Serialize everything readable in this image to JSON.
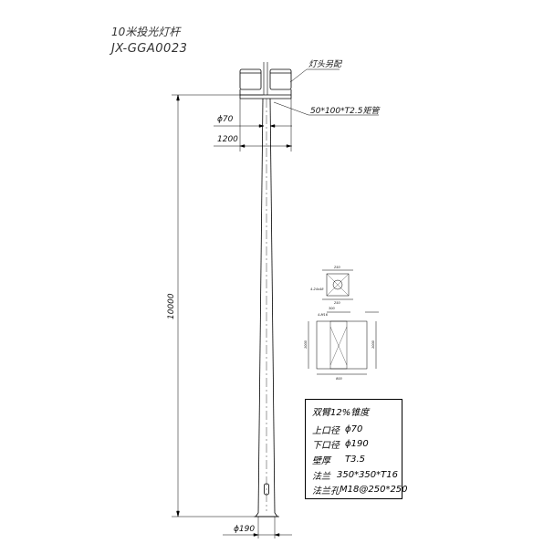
{
  "drawing": {
    "title_cn": "10米投光灯杆",
    "model_code": "JX-GGA0023",
    "labels": {
      "lamp_note": "灯头另配",
      "arm_spec": "50*100*T2.5矩管",
      "top_diameter": "ϕ70",
      "arm_width": "1200",
      "pole_height": "10000",
      "bottom_diameter": "ϕ190"
    },
    "foundation_labels": {
      "a1": "4-24x48",
      "a2": "250",
      "a3": "250",
      "b1": "4-M16",
      "b2": "300",
      "b3": "1000",
      "b4": "1000",
      "b5": "800"
    },
    "spec_table": {
      "heading": "双臂12%锥度",
      "rows": [
        {
          "key": "上口径",
          "value": "ϕ70"
        },
        {
          "key": "下口径",
          "value": "ϕ190"
        },
        {
          "key": "壁厚",
          "value": "T3.5"
        },
        {
          "key": "法兰",
          "value": "350*350*T16"
        },
        {
          "key": "法兰孔",
          "value": "M18@250*250"
        }
      ]
    }
  }
}
